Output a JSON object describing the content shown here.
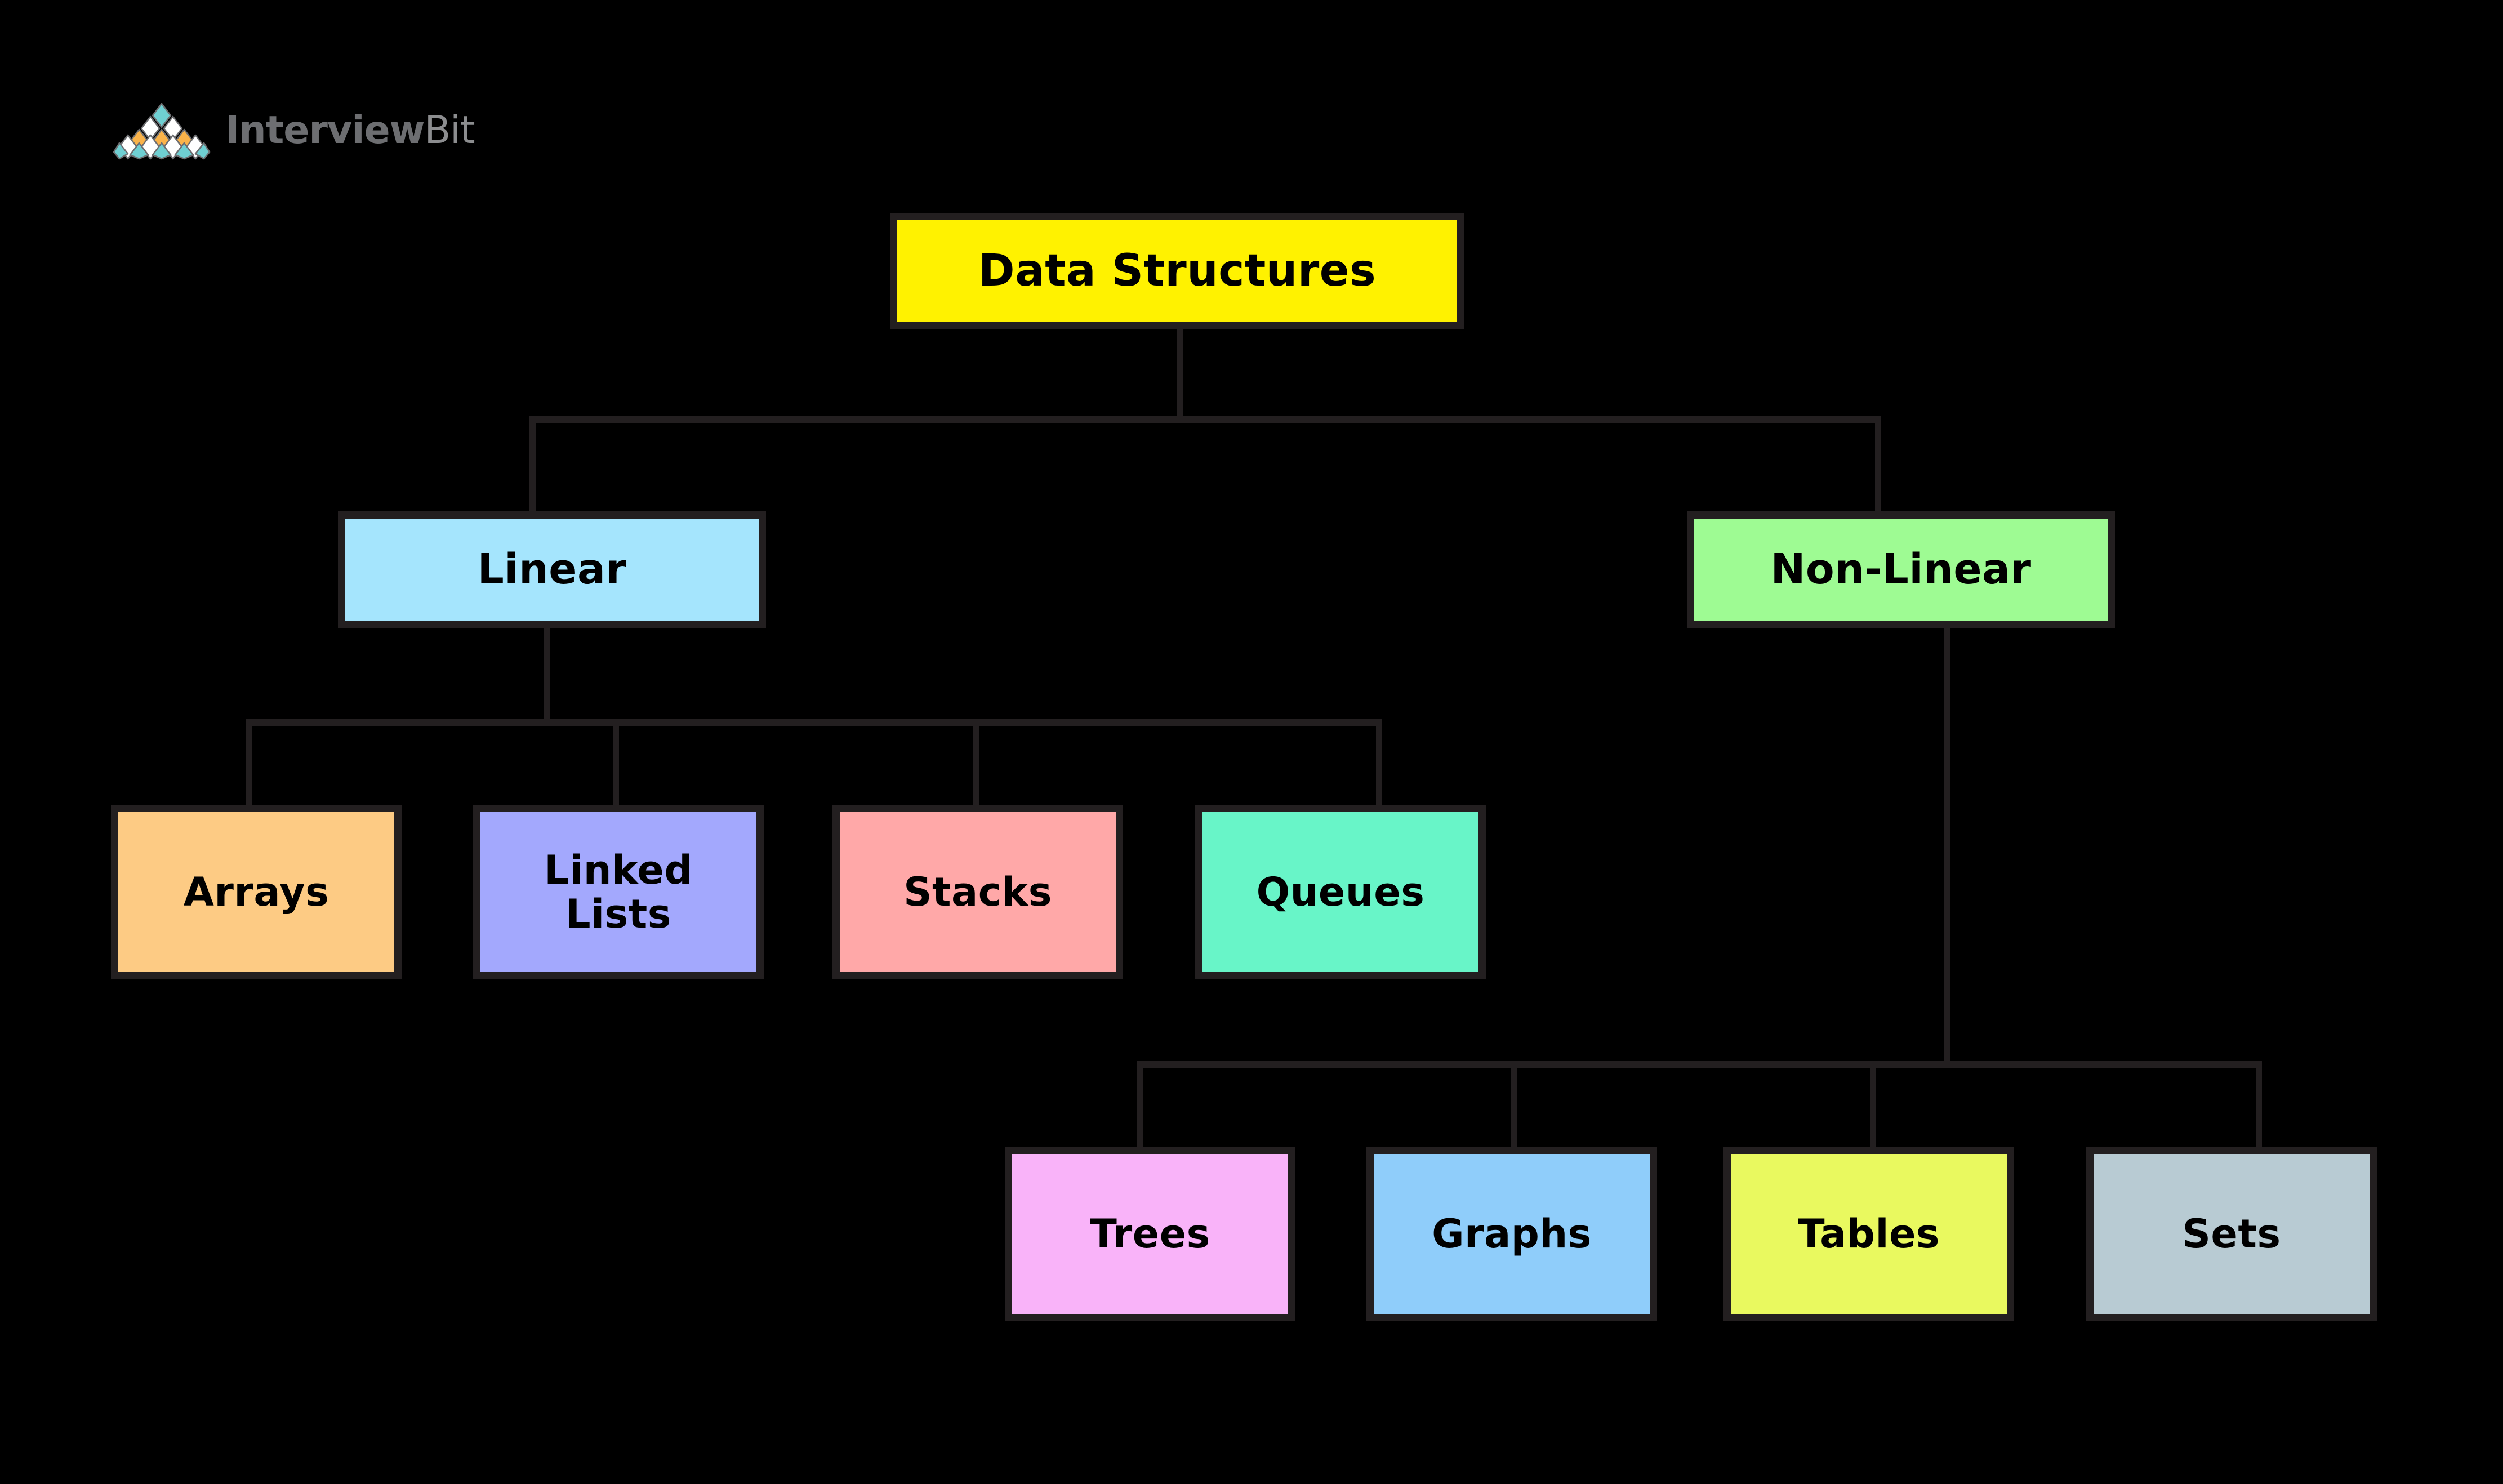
{
  "brand": {
    "name_bold": "Interview",
    "name_light": "Bit",
    "logo_icon": "interviewbit-diamond-logo",
    "logo_colors": {
      "teal": "#6FCFD2",
      "orange": "#FAB34A",
      "white": "#FFFFFF",
      "outline": "#6D6E71",
      "wordmark": "#6D6E71"
    }
  },
  "canvas": {
    "background": "#000000",
    "connector_color": "#231f20",
    "node_border_color": "#231f20",
    "node_text_color": "#000000"
  },
  "diagram": {
    "type": "tree",
    "title": "Data Structures",
    "nodes": {
      "root": {
        "id": "data-structures",
        "label": "Data Structures",
        "fill": "#FFF200",
        "level": 0
      },
      "linear": {
        "id": "linear",
        "label": "Linear",
        "fill": "#A5E5FD",
        "level": 1
      },
      "non_linear": {
        "id": "non-linear",
        "label": "Non-Linear",
        "fill": "#9EFB93",
        "level": 1
      },
      "arrays": {
        "id": "arrays",
        "label": "Arrays",
        "fill": "#FDCB84",
        "level": 2
      },
      "linked_lists": {
        "id": "linked-lists",
        "label": "Linked\nLists",
        "fill": "#A3A8FD",
        "level": 2
      },
      "stacks": {
        "id": "stacks",
        "label": "Stacks",
        "fill": "#FFA8A8",
        "level": 2
      },
      "queues": {
        "id": "queues",
        "label": "Queues",
        "fill": "#68F5C8",
        "level": 2
      },
      "trees": {
        "id": "trees",
        "label": "Trees",
        "fill": "#F9B3F9",
        "level": 2
      },
      "graphs": {
        "id": "graphs",
        "label": "Graphs",
        "fill": "#8FCDFA",
        "level": 2
      },
      "tables": {
        "id": "tables",
        "label": "Tables",
        "fill": "#E9F95F",
        "level": 2
      },
      "sets": {
        "id": "sets",
        "label": "Sets",
        "fill": "#B8CBD3",
        "level": 2
      }
    },
    "edges": [
      {
        "from": "data-structures",
        "to": "linear"
      },
      {
        "from": "data-structures",
        "to": "non-linear"
      },
      {
        "from": "linear",
        "to": "arrays"
      },
      {
        "from": "linear",
        "to": "linked-lists"
      },
      {
        "from": "linear",
        "to": "stacks"
      },
      {
        "from": "linear",
        "to": "queues"
      },
      {
        "from": "non-linear",
        "to": "trees"
      },
      {
        "from": "non-linear",
        "to": "graphs"
      },
      {
        "from": "non-linear",
        "to": "tables"
      },
      {
        "from": "non-linear",
        "to": "sets"
      }
    ]
  }
}
